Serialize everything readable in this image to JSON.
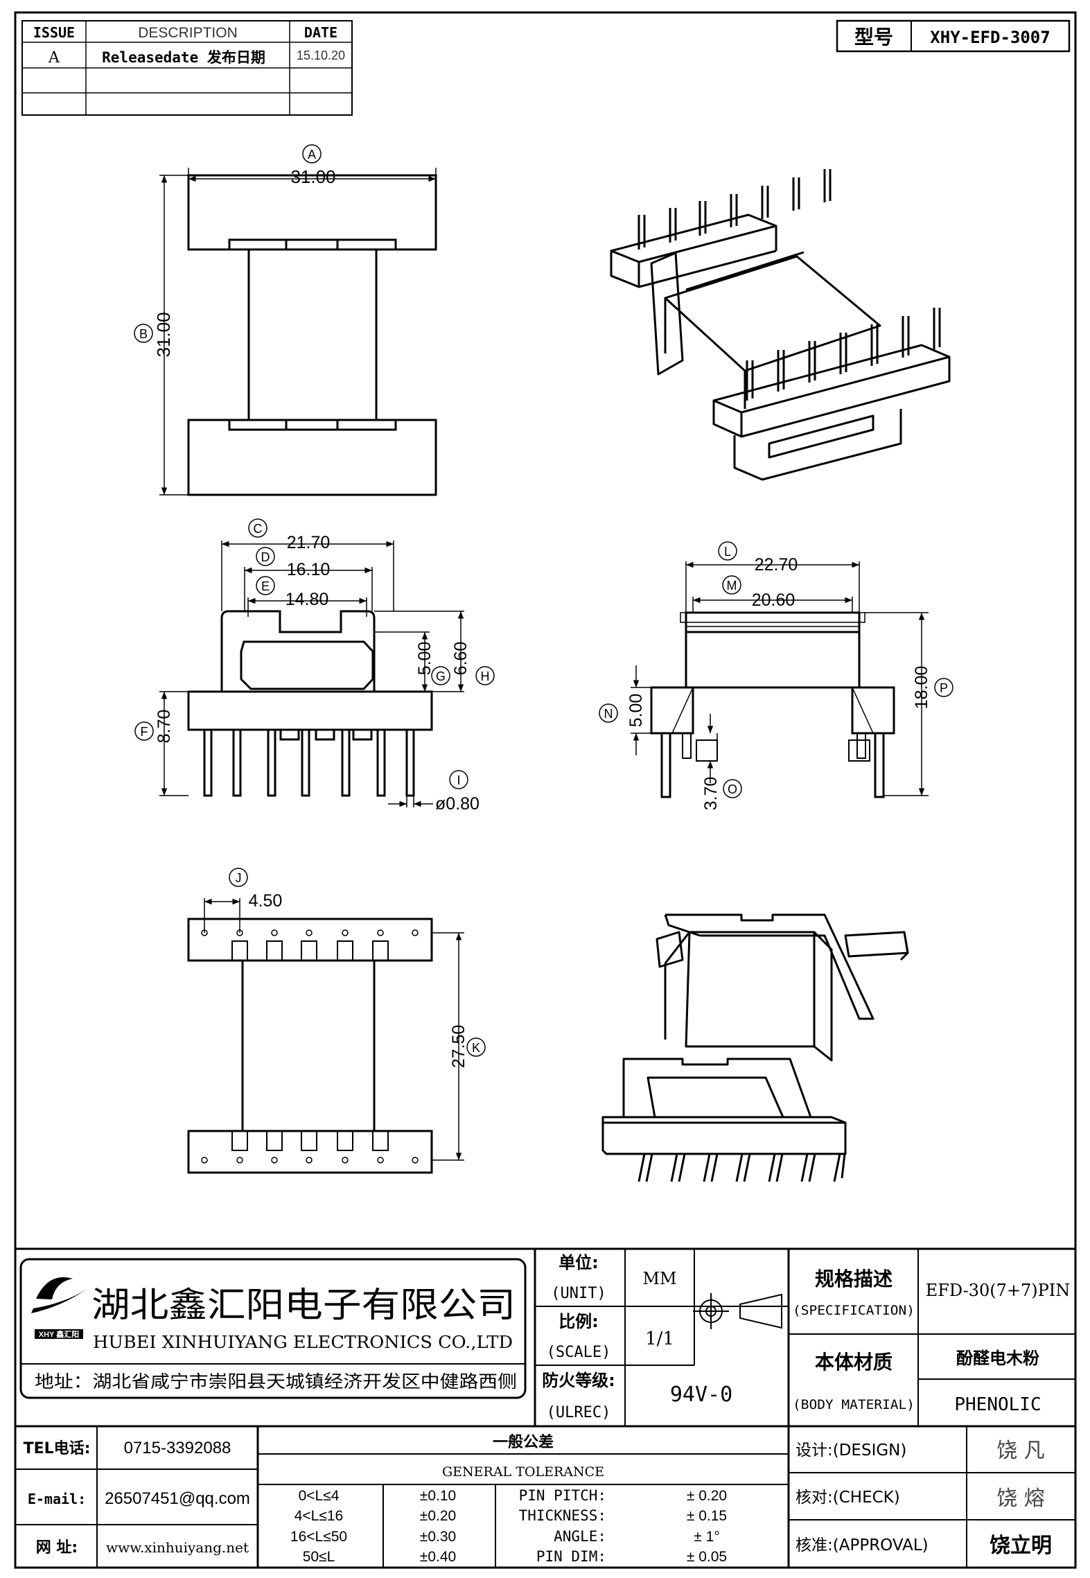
{
  "revision_table": {
    "headers": [
      "ISSUE",
      "DESCRIPTION",
      "DATE"
    ],
    "rows": [
      {
        "issue": "A",
        "description": "Releasedate 发布日期",
        "date": "15.10.20"
      },
      {
        "issue": "",
        "description": "",
        "date": ""
      },
      {
        "issue": "",
        "description": "",
        "date": ""
      }
    ]
  },
  "model": {
    "label": "型号",
    "value": "XHY-EFD-3007"
  },
  "dimensions": {
    "A": "31.00",
    "B": "31.00",
    "C": "21.70",
    "D": "16.10",
    "E": "14.80",
    "F": "8.70",
    "G": "5.00",
    "H": "6.60",
    "I": "ø0.80",
    "J": "4.50",
    "K": "27.50",
    "L": "22.70",
    "M": "20.60",
    "N": "5.00",
    "O": "3.70",
    "P": "18.00"
  },
  "company": {
    "name_cn": "湖北鑫汇阳电子有限公司",
    "name_en": "HUBEI XINHUIYANG ELECTRONICS CO.,LTD",
    "logo_text": "XHY 鑫汇阳",
    "address": "地址：湖北省咸宁市崇阳县天城镇经济开发区中健路西侧"
  },
  "title_block": {
    "unit_label": "单位:",
    "unit_label_en": "(UNIT)",
    "unit_value": "MM",
    "scale_label": "比例:",
    "scale_label_en": "(SCALE)",
    "scale_value": "1/1",
    "ulrec_label": "防火等级:",
    "ulrec_label_en": "(ULREC)",
    "ulrec_value": "94V-0",
    "spec_label": "规格描述",
    "spec_label_en": "(SPECIFICATION)",
    "spec_value": "EFD-30(7+7)PIN",
    "material_label": "本体材质",
    "material_label_en": "(BODY MATERIAL)",
    "material_value_cn": "酚醛电木粉",
    "material_value_en": "PHENOLIC"
  },
  "contact": {
    "tel_label": "TEL电话:",
    "tel_value": "0715-3392088",
    "email_label": "E-mail:",
    "email_value": "26507451@qq.com",
    "web_label": "网  址:",
    "web_value": "www.xinhuiyang.net"
  },
  "tolerance": {
    "title_cn": "一般公差",
    "title_en": "GENERAL TOLERANCE",
    "rows": [
      {
        "range": "0<L≤4",
        "tol": "±0.10",
        "item": "PIN PITCH:",
        "val": "±  0.20"
      },
      {
        "range": "4<L≤16",
        "tol": "±0.20",
        "item": "THICKNESS:",
        "val": "±  0.15"
      },
      {
        "range": "16<L≤50",
        "tol": "±0.30",
        "item": "ANGLE:",
        "val": "±  1°"
      },
      {
        "range": "50≤L",
        "tol": "±0.40",
        "item": "PIN DIM:",
        "val": "±  0.05"
      }
    ]
  },
  "approvals": {
    "design_label": "设计:(DESIGN)",
    "design_name": "饶  凡",
    "check_label": "核对:(CHECK)",
    "check_name": "饶  熔",
    "approval_label": "核准:(APPROVAL)",
    "approval_name": "饶立明"
  }
}
